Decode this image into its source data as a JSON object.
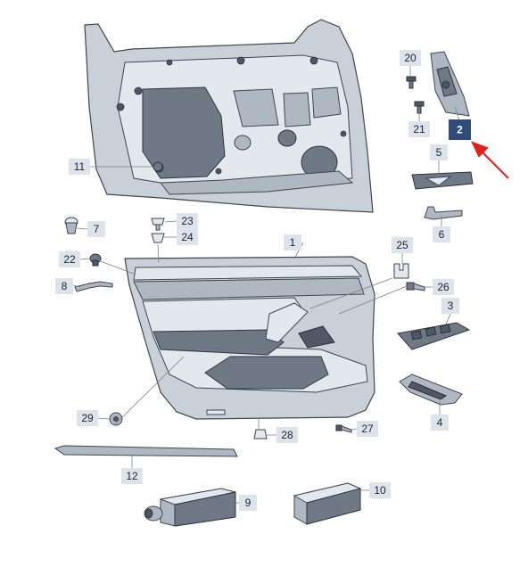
{
  "callouts": [
    {
      "id": "1",
      "label": "1",
      "active": false
    },
    {
      "id": "2",
      "label": "2",
      "active": true
    },
    {
      "id": "3",
      "label": "3",
      "active": false
    },
    {
      "id": "4",
      "label": "4",
      "active": false
    },
    {
      "id": "5",
      "label": "5",
      "active": false
    },
    {
      "id": "6",
      "label": "6",
      "active": false
    },
    {
      "id": "7",
      "label": "7",
      "active": false
    },
    {
      "id": "8",
      "label": "8",
      "active": false
    },
    {
      "id": "9",
      "label": "9",
      "active": false
    },
    {
      "id": "10",
      "label": "10",
      "active": false
    },
    {
      "id": "11",
      "label": "11",
      "active": false
    },
    {
      "id": "12",
      "label": "12",
      "active": false
    },
    {
      "id": "20",
      "label": "20",
      "active": false
    },
    {
      "id": "21",
      "label": "21",
      "active": false
    },
    {
      "id": "22",
      "label": "22",
      "active": false
    },
    {
      "id": "23",
      "label": "23",
      "active": false
    },
    {
      "id": "24",
      "label": "24",
      "active": false
    },
    {
      "id": "25",
      "label": "25",
      "active": false
    },
    {
      "id": "26",
      "label": "26",
      "active": false
    },
    {
      "id": "27",
      "label": "27",
      "active": false
    },
    {
      "id": "28",
      "label": "28",
      "active": false
    },
    {
      "id": "29",
      "label": "29",
      "active": false
    }
  ],
  "colors": {
    "highlight_box": "#2f4b7c",
    "callout_box": "#dde3ea",
    "arrow": "#e0211b"
  }
}
